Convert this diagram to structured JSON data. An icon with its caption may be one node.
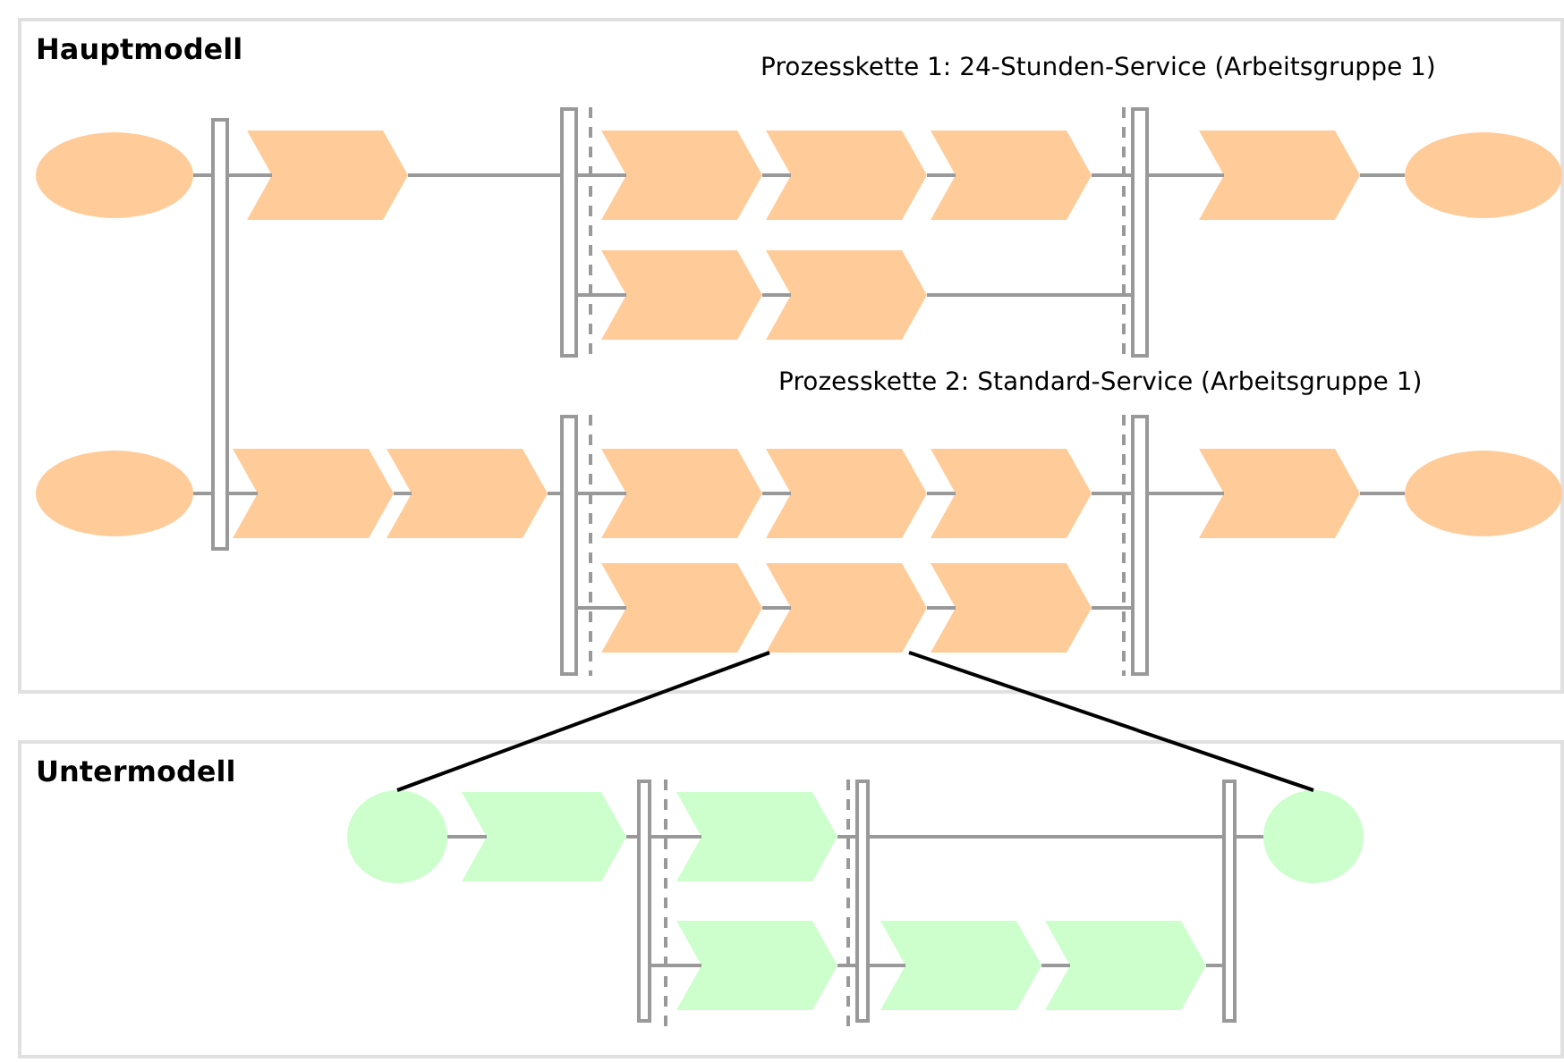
{
  "diagram": {
    "nodes": [
      {
        "text": [
          "Hauptmodell"
        ]
      },
      {
        "text": [],
        "shape": "ellipse",
        "in": 0
      },
      {
        "text": [],
        "shape": "bar",
        "in": 0
      },
      {
        "text": [],
        "shape": "chevron",
        "in": 0
      },
      {
        "text": [],
        "shape": "bar",
        "in": 0
      },
      {
        "text": [],
        "shape": "chevron",
        "in": 0
      },
      {
        "text": [],
        "shape": "chevron",
        "in": 0
      },
      {
        "text": [],
        "shape": "chevron",
        "in": 0
      },
      {
        "text": [],
        "shape": "bar",
        "in": 0
      },
      {
        "text": [],
        "shape": "chevron",
        "in": 0
      },
      {
        "text": [],
        "shape": "ellipse",
        "in": 0
      },
      {
        "text": [],
        "shape": "chevron",
        "in": 0
      },
      {
        "text": [],
        "shape": "chevron",
        "in": 0
      },
      {
        "text": [],
        "shape": "ellipse",
        "in": 0
      },
      {
        "text": [],
        "shape": "chevron",
        "in": 0
      },
      {
        "text": [],
        "shape": "chevron",
        "in": 0
      },
      {
        "text": [],
        "shape": "bar",
        "in": 0
      },
      {
        "text": [],
        "shape": "chevron",
        "in": 0
      },
      {
        "text": [],
        "shape": "chevron",
        "in": 0
      },
      {
        "text": [],
        "shape": "chevron",
        "in": 0
      },
      {
        "text": [],
        "shape": "bar",
        "in": 0
      },
      {
        "text": [],
        "shape": "chevron",
        "in": 0
      },
      {
        "text": [],
        "shape": "ellipse",
        "in": 0
      },
      {
        "text": [],
        "shape": "chevron",
        "in": 0
      },
      {
        "text": [],
        "shape": "chevron",
        "in": 0
      },
      {
        "text": [],
        "shape": "chevron",
        "in": 0
      },
      {
        "text": [
          "Untermodell"
        ]
      },
      {
        "text": [],
        "shape": "circle",
        "in": 26
      },
      {
        "text": [],
        "shape": "chevron",
        "in": 26
      },
      {
        "text": [],
        "shape": "bar",
        "in": 26
      },
      {
        "text": [],
        "shape": "chevron",
        "in": 26
      },
      {
        "text": [],
        "shape": "bar",
        "in": 26
      },
      {
        "text": [],
        "shape": "bar",
        "in": 26
      },
      {
        "text": [],
        "shape": "circle",
        "in": 26
      },
      {
        "text": [],
        "shape": "chevron",
        "in": 26
      },
      {
        "text": [],
        "shape": "chevron",
        "in": 26
      },
      {
        "text": [],
        "shape": "chevron",
        "in": 26
      }
    ],
    "edges": [
      {
        "from": 1,
        "to": 2,
        "arrow": "none"
      },
      {
        "from": 2,
        "to": 3,
        "arrow": "none"
      },
      {
        "from": 3,
        "to": 4,
        "arrow": "none"
      },
      {
        "from": 4,
        "to": 5,
        "arrow": "none"
      },
      {
        "from": 5,
        "to": 6,
        "arrow": "none"
      },
      {
        "from": 6,
        "to": 7,
        "arrow": "none"
      },
      {
        "from": 7,
        "to": 8,
        "arrow": "none"
      },
      {
        "from": 8,
        "to": 9,
        "arrow": "none"
      },
      {
        "from": 9,
        "to": 10,
        "arrow": "none"
      },
      {
        "from": 4,
        "to": 11,
        "arrow": "none"
      },
      {
        "from": 11,
        "to": 12,
        "arrow": "none"
      },
      {
        "from": 12,
        "to": 8,
        "arrow": "none"
      },
      {
        "from": 13,
        "to": 2,
        "arrow": "none"
      },
      {
        "from": 2,
        "to": 14,
        "arrow": "none"
      },
      {
        "from": 14,
        "to": 15,
        "arrow": "none"
      },
      {
        "from": 15,
        "to": 16,
        "arrow": "none"
      },
      {
        "from": 16,
        "to": 17,
        "arrow": "none"
      },
      {
        "from": 17,
        "to": 18,
        "arrow": "none"
      },
      {
        "from": 18,
        "to": 19,
        "arrow": "none"
      },
      {
        "from": 19,
        "to": 20,
        "arrow": "none"
      },
      {
        "from": 20,
        "to": 21,
        "arrow": "none"
      },
      {
        "from": 21,
        "to": 22,
        "arrow": "none"
      },
      {
        "from": 16,
        "to": 23,
        "arrow": "none"
      },
      {
        "from": 23,
        "to": 24,
        "arrow": "none"
      },
      {
        "from": 24,
        "to": 25,
        "arrow": "none"
      },
      {
        "from": 25,
        "to": 20,
        "arrow": "none"
      },
      {
        "from": 24,
        "to": 27,
        "arrow": "none",
        "color": "#000000"
      },
      {
        "from": 24,
        "to": 33,
        "arrow": "none",
        "color": "#000000"
      },
      {
        "from": 27,
        "to": 28,
        "arrow": "none"
      },
      {
        "from": 28,
        "to": 29,
        "arrow": "none"
      },
      {
        "from": 29,
        "to": 30,
        "arrow": "none"
      },
      {
        "from": 30,
        "to": 31,
        "arrow": "none"
      },
      {
        "from": 31,
        "to": 32,
        "arrow": "none"
      },
      {
        "from": 32,
        "to": 33,
        "arrow": "none"
      },
      {
        "from": 29,
        "to": 34,
        "arrow": "none"
      },
      {
        "from": 34,
        "to": 31,
        "arrow": "none"
      },
      {
        "from": 31,
        "to": 35,
        "arrow": "none"
      },
      {
        "from": 35,
        "to": 36,
        "arrow": "none"
      },
      {
        "from": 36,
        "to": 32,
        "arrow": "none"
      }
    ],
    "labels": [
      "Prozesskette 1: 24-Stunden-Service (Arbeitsgruppe 1)",
      "Prozesskette 2: Standard-Service (Arbeitsgruppe 1)"
    ]
  }
}
